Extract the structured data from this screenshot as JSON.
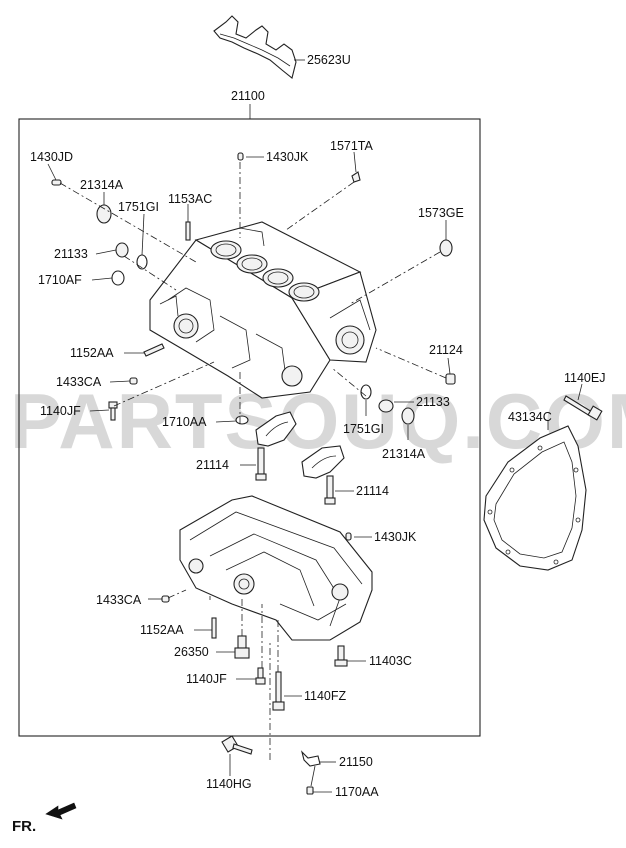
{
  "diagram": {
    "watermark": "PARTSOUQ.COM",
    "direction_label": "FR.",
    "group_label": "21100",
    "labels": [
      {
        "id": "25623U",
        "text": "25623U"
      },
      {
        "id": "21100",
        "text": "21100"
      },
      {
        "id": "1430JD",
        "text": "1430JD"
      },
      {
        "id": "1430JK_top",
        "text": "1430JK"
      },
      {
        "id": "1571TA",
        "text": "1571TA"
      },
      {
        "id": "21314A_top",
        "text": "21314A"
      },
      {
        "id": "1751GI_top",
        "text": "1751GI"
      },
      {
        "id": "1153AC",
        "text": "1153AC"
      },
      {
        "id": "1573GE",
        "text": "1573GE"
      },
      {
        "id": "21133_top",
        "text": "21133"
      },
      {
        "id": "1710AF",
        "text": "1710AF"
      },
      {
        "id": "1152AA_top",
        "text": "1152AA"
      },
      {
        "id": "21124",
        "text": "21124"
      },
      {
        "id": "1433CA_top",
        "text": "1433CA"
      },
      {
        "id": "1140EJ",
        "text": "1140EJ"
      },
      {
        "id": "1140JF_top",
        "text": "1140JF"
      },
      {
        "id": "21133_mid",
        "text": "21133"
      },
      {
        "id": "43134C",
        "text": "43134C"
      },
      {
        "id": "1710AA",
        "text": "1710AA"
      },
      {
        "id": "1751GI_mid",
        "text": "1751GI"
      },
      {
        "id": "21314A_mid",
        "text": "21314A"
      },
      {
        "id": "21114_a",
        "text": "21114"
      },
      {
        "id": "21114_b",
        "text": "21114"
      },
      {
        "id": "1430JK_low",
        "text": "1430JK"
      },
      {
        "id": "1433CA_low",
        "text": "1433CA"
      },
      {
        "id": "1152AA_low",
        "text": "1152AA"
      },
      {
        "id": "26350",
        "text": "26350"
      },
      {
        "id": "11403C",
        "text": "11403C"
      },
      {
        "id": "1140JF_low",
        "text": "1140JF"
      },
      {
        "id": "1140FZ",
        "text": "1140FZ"
      },
      {
        "id": "1140HG",
        "text": "1140HG"
      },
      {
        "id": "21150",
        "text": "21150"
      },
      {
        "id": "1170AA",
        "text": "1170AA"
      }
    ]
  }
}
